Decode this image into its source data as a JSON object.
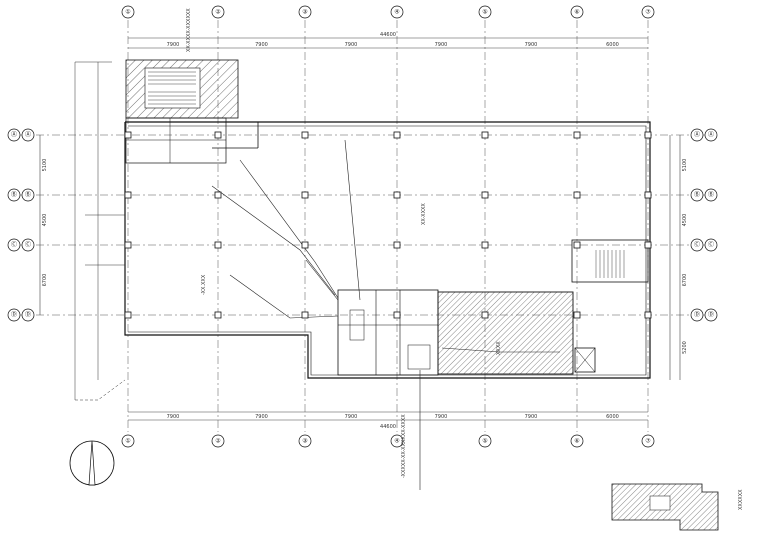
{
  "drawing": {
    "colors": {
      "line": "#111111",
      "axis": "#555555",
      "hatch": "#333333",
      "paper": "#ffffff"
    },
    "grid_x": [
      {
        "label": "①",
        "dim": ""
      },
      {
        "label": "②",
        "dim": "7900"
      },
      {
        "label": "③",
        "dim": "7900"
      },
      {
        "label": "④",
        "dim": "7900"
      },
      {
        "label": "⑤",
        "dim": "7900"
      },
      {
        "label": "⑥",
        "dim": "7900"
      },
      {
        "label": "⑦",
        "dim": "6000"
      }
    ],
    "grid_y": [
      {
        "label": "Ⓐ",
        "dim": ""
      },
      {
        "label": "Ⓑ",
        "dim": "5100"
      },
      {
        "label": "Ⓒ",
        "dim": "4500"
      },
      {
        "label": "Ⓓ",
        "dim": "6700"
      }
    ],
    "overall_dim": "44600",
    "right_dims": [
      "5100",
      "4500",
      "6700",
      "5200"
    ],
    "left_dims": [
      "5100",
      "4500",
      "6700"
    ],
    "compass_label": "",
    "notes": [
      "XX-XXXX-XXXXXX",
      "XX-XXXX",
      "-XX.XXX",
      "XXXX",
      "-XXXXX-XX-XXXXXX-XXXX"
    ],
    "key_plan_label": "XXXXXX"
  }
}
